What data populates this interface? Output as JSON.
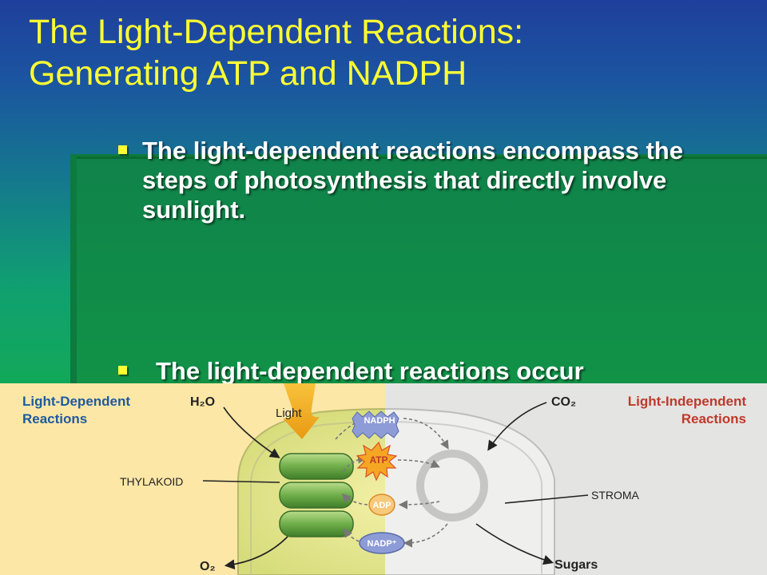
{
  "slide": {
    "title_line1": "The Light-Dependent Reactions:",
    "title_line2": "Generating ATP and NADPH",
    "bullets": [
      "The light-dependent reactions encompass the steps of photosynthesis that directly involve sunlight.",
      "The light-dependent reactions occur"
    ]
  },
  "diagram": {
    "left_heading_line1": "Light-Dependent",
    "left_heading_line2": "Reactions",
    "right_heading_line1": "Light-Independent",
    "right_heading_line2": "Reactions",
    "h2o": "H₂O",
    "light": "Light",
    "co2": "CO₂",
    "nadph": "NADPH",
    "atp": "ATP",
    "adp": "ADP",
    "nadp": "NADP⁺",
    "thylakoid": "THYLAKOID",
    "stroma": "STROMA",
    "o2": "O₂",
    "sugars": "Sugars"
  },
  "colors": {
    "title": "#ffff33",
    "left_heading": "#1f5aa0",
    "right_heading": "#c0392b",
    "left_bg": "#fde7a6",
    "right_bg": "#e4e4e2"
  }
}
